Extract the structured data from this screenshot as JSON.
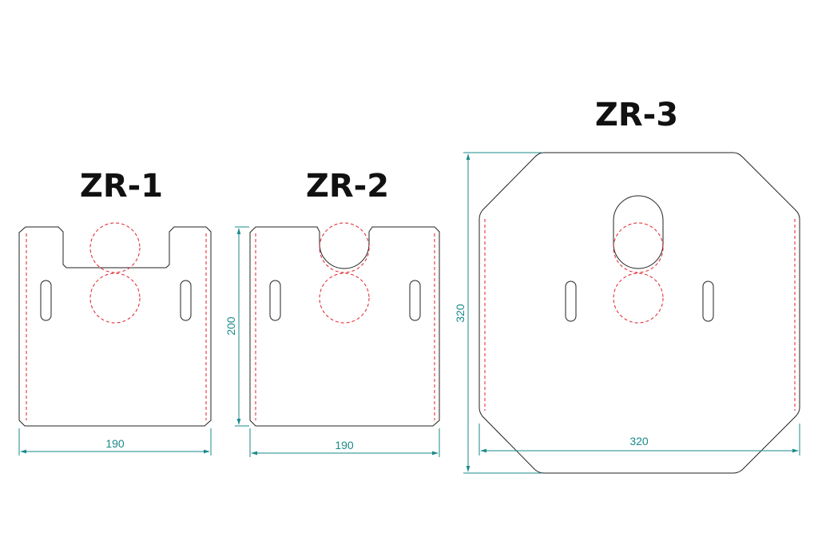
{
  "colors": {
    "outline": "#222222",
    "hidden_line": "#e0202a",
    "dimension": "#1a8a8a"
  },
  "parts": [
    {
      "name": "ZR-1",
      "width_dim": "190"
    },
    {
      "name": "ZR-2",
      "width_dim": "190",
      "height_dim": "200"
    },
    {
      "name": "ZR-3",
      "width_dim": "320",
      "height_dim": "320"
    }
  ]
}
